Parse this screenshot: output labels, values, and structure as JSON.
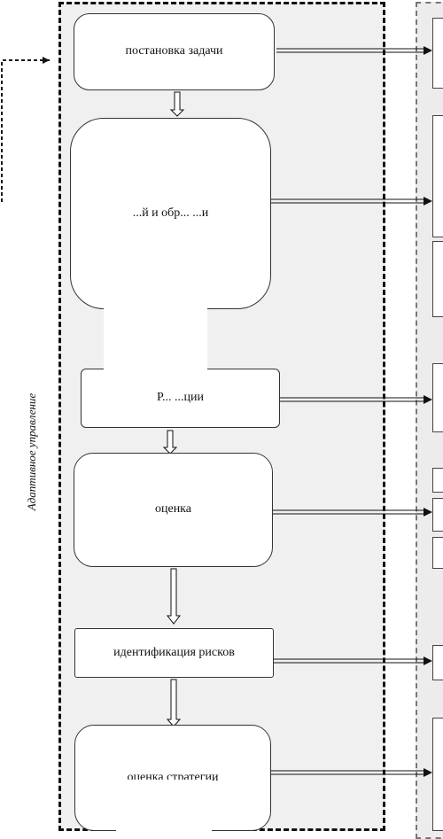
{
  "side_label": "Адаптивное управление",
  "boxes": {
    "task": "постановка задачи",
    "b2": "...й и обр... ...и",
    "b3": "Р... ...ции",
    "assessment": "оценка",
    "risk_id": "идентификация рисков",
    "strategy": "оценка стратегии"
  }
}
